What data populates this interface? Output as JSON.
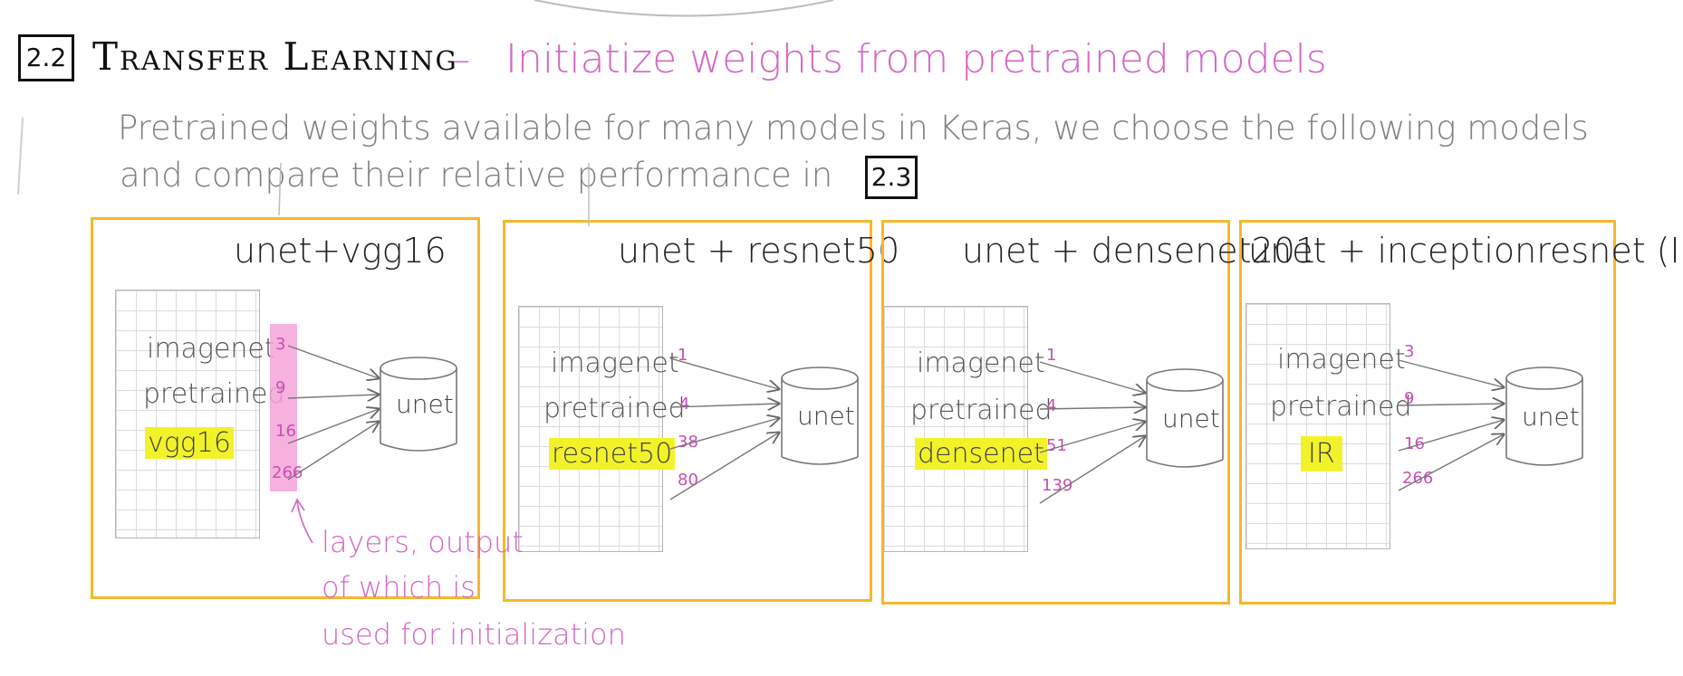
{
  "header": {
    "section_number": "2.2",
    "title": "Transfer Learning",
    "dash": "–",
    "subtitle": "Initiatize weights from pretrained models"
  },
  "description": {
    "line1": "Pretrained weights available for many models in Keras, we choose the following models",
    "line2": "and compare their relative performance in",
    "ref_badge": "2.3"
  },
  "panels": [
    {
      "title": "unet+vgg16",
      "labels": [
        "imagenet",
        "pretrained",
        "vgg16"
      ],
      "layers": [
        "3",
        "9",
        "16",
        "266"
      ],
      "target": "unet"
    },
    {
      "title": "unet + resnet50",
      "labels": [
        "imagenet",
        "pretrained",
        "resnet50"
      ],
      "layers": [
        "1",
        "4",
        "38",
        "80"
      ],
      "target": "unet"
    },
    {
      "title": "unet + densenet201",
      "labels": [
        "imagenet",
        "pretrained",
        "densenet"
      ],
      "layers": [
        "1",
        "4",
        "51",
        "139"
      ],
      "target": "unet"
    },
    {
      "title": "unet + inceptionresnet (IR)",
      "labels": [
        "imagenet",
        "pretrained",
        "IR"
      ],
      "layers": [
        "3",
        "9",
        "16",
        "266"
      ],
      "target": "unet"
    }
  ],
  "annotation": {
    "line1": "layers, output",
    "line2": "of which is",
    "line3": "used for initialization"
  },
  "colors": {
    "panel_border": "#f6b82a",
    "highlight_yellow": "#f2f22a",
    "highlight_pink": "#f4a3d9",
    "annotation_pink": "#d467c4"
  }
}
